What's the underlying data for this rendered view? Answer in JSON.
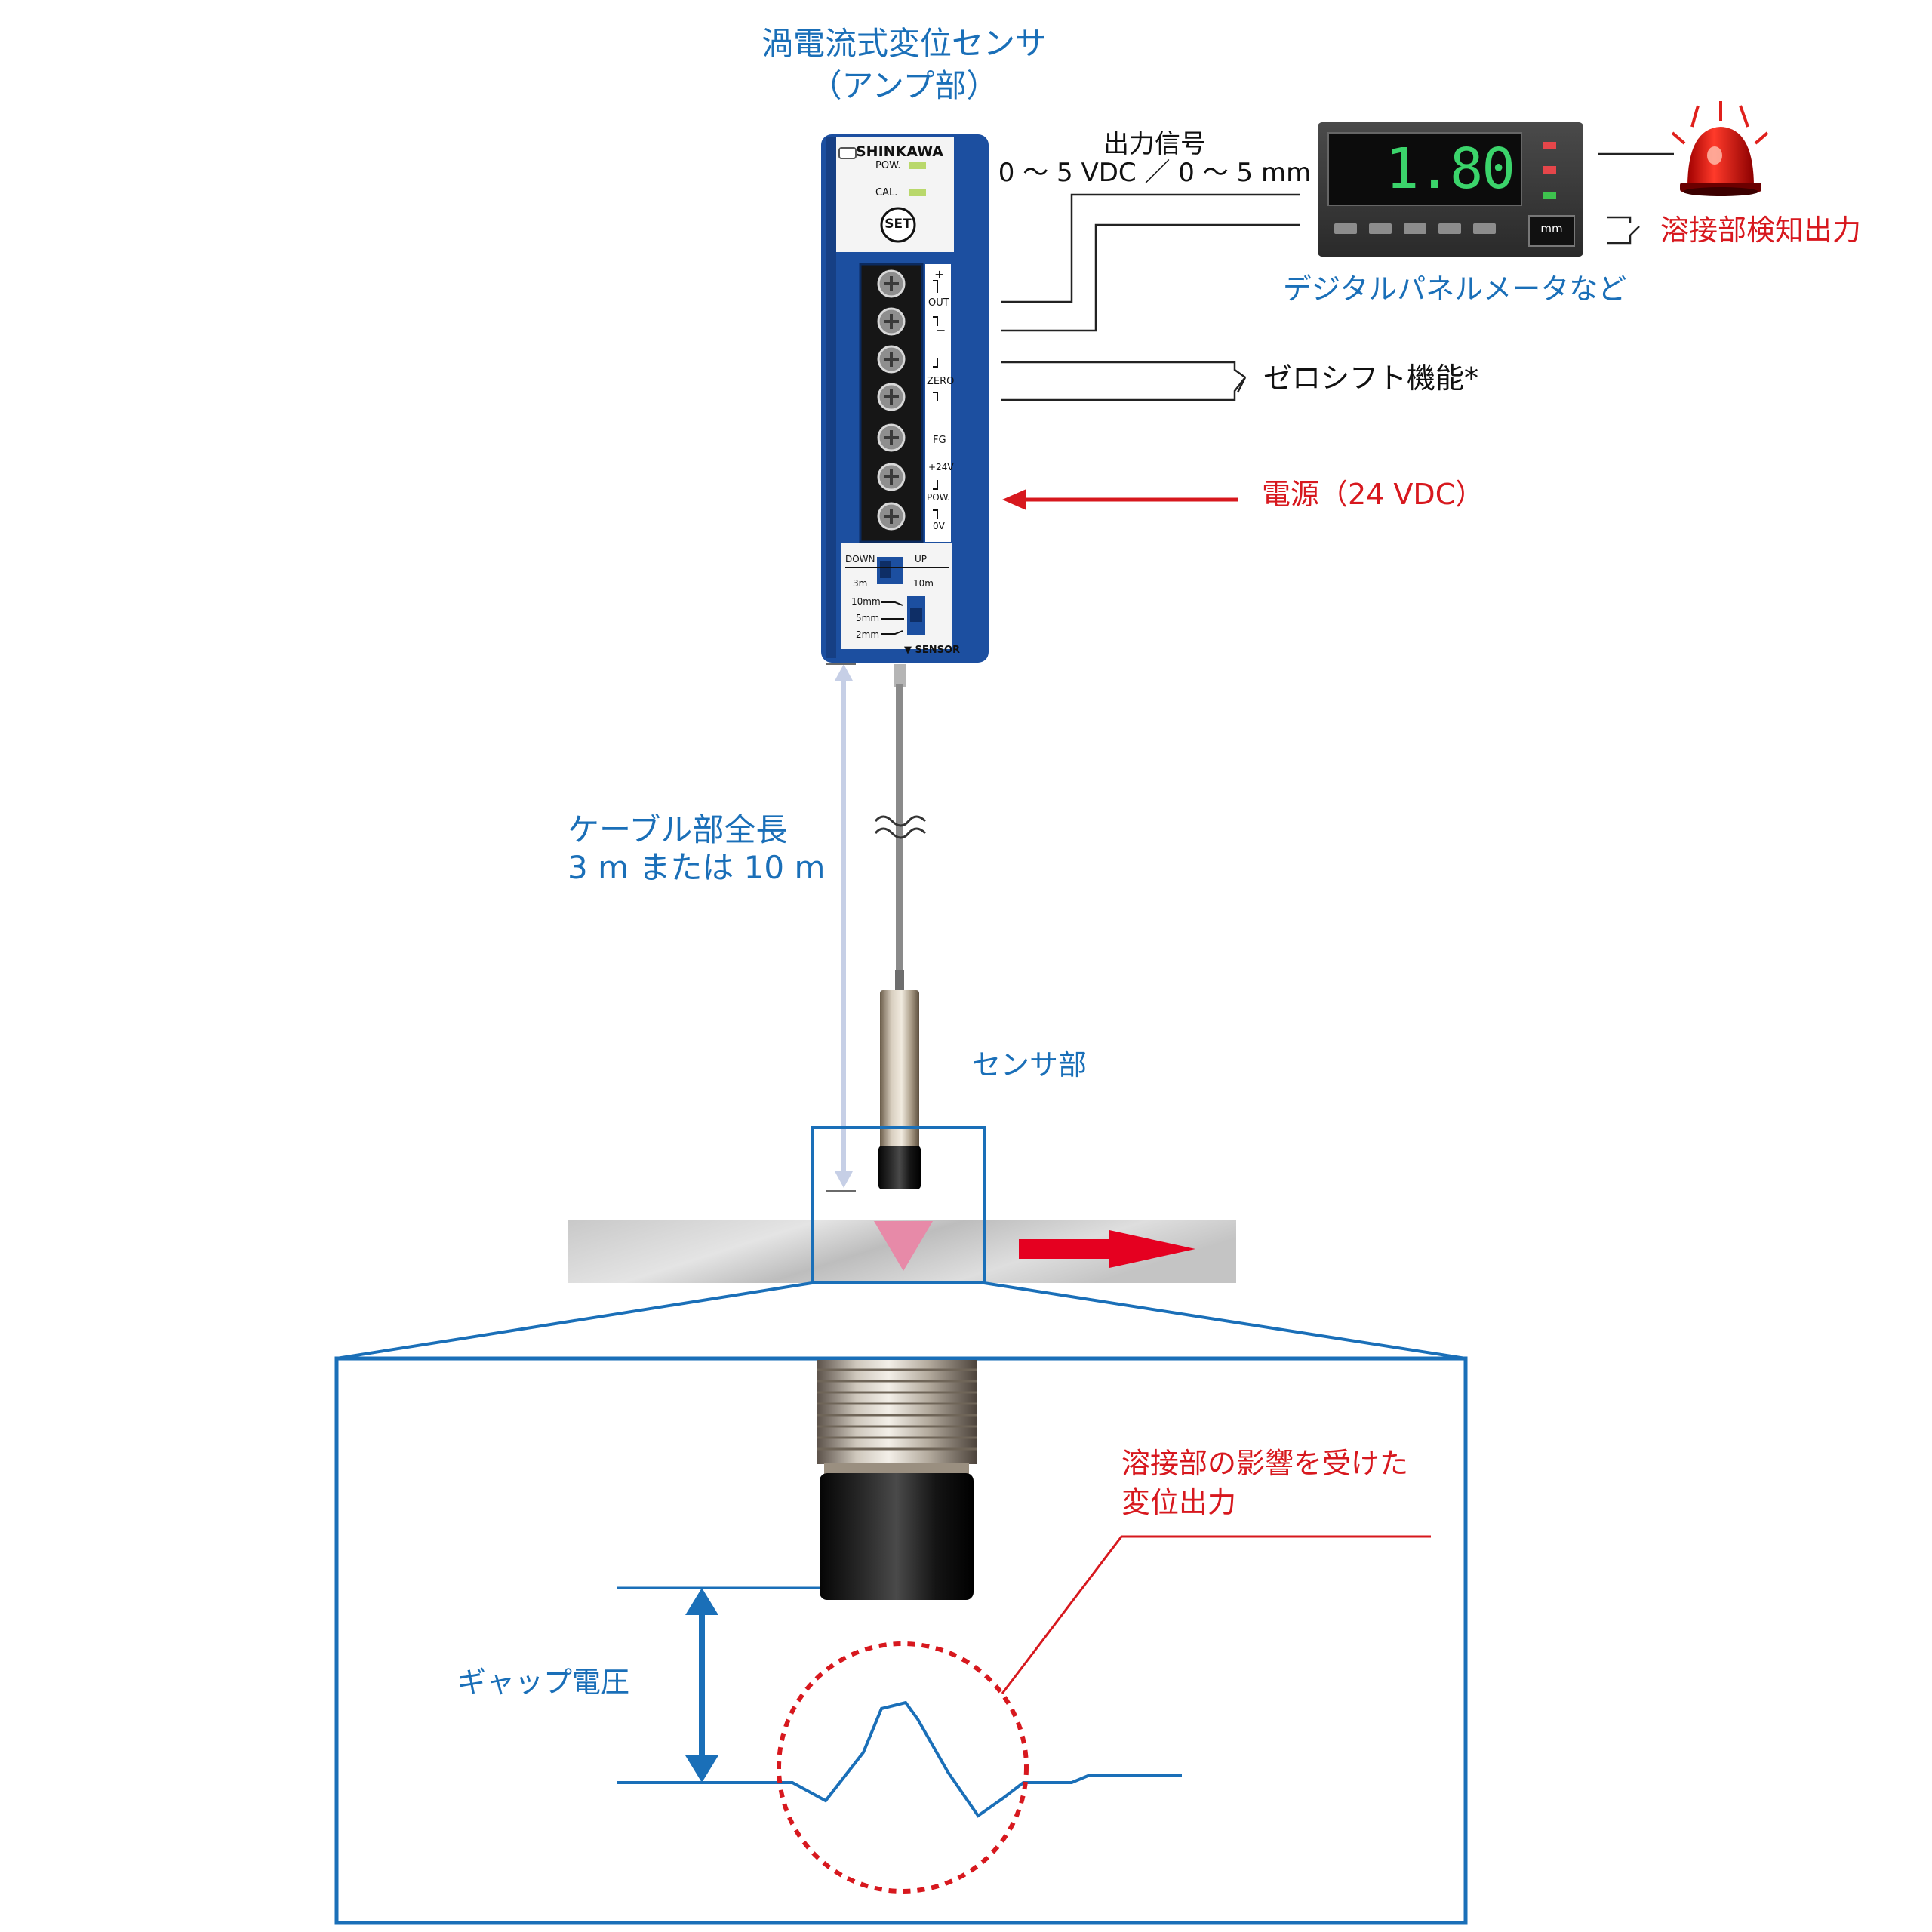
{
  "amp": {
    "title": "渦電流式変位センサ",
    "subtitle": "（アンプ部）",
    "brand": "SHINKAWA",
    "led_pow": "POW.",
    "led_cal": "CAL.",
    "set_button": "SET",
    "term_plus": "+",
    "term_out": "OUT",
    "term_minus": "−",
    "term_zero": "ZERO",
    "term_fg": "FG",
    "term_24v": "+24V",
    "term_pow": "POW.",
    "term_0v": "0V",
    "sw_down": "DOWN",
    "sw_up": "UP",
    "sw_3m": "3m",
    "sw_10m": "10m",
    "range_10mm": "10mm",
    "range_5mm": "5mm",
    "range_2mm": "2mm",
    "sensor_port": "▼ SENSOR"
  },
  "output_signal": {
    "line1": "出力信号",
    "line2": "0 〜 5 VDC ／ 0 〜 5 mm"
  },
  "meter": {
    "reading": "1.80",
    "unit": "mm",
    "caption": "デジタルパネルメータなど"
  },
  "weld_detect_output": "溶接部検知出力",
  "zero_shift": "ゼロシフト機能*",
  "power": "電源（24 VDC）",
  "cable_length": {
    "line1": "ケーブル部全長",
    "line2": "3 m または 10 m"
  },
  "sensor_label": "センサ部",
  "affected_output": {
    "line1": "溶接部の影響を受けた",
    "line2": "変位出力"
  },
  "gap_voltage": "ギャップ電圧",
  "colors": {
    "accent_blue": "#1a6fb8",
    "alert_red": "#d7181e",
    "amp_body": "#1c4fa0",
    "meter_digits": "#3bd46b"
  }
}
